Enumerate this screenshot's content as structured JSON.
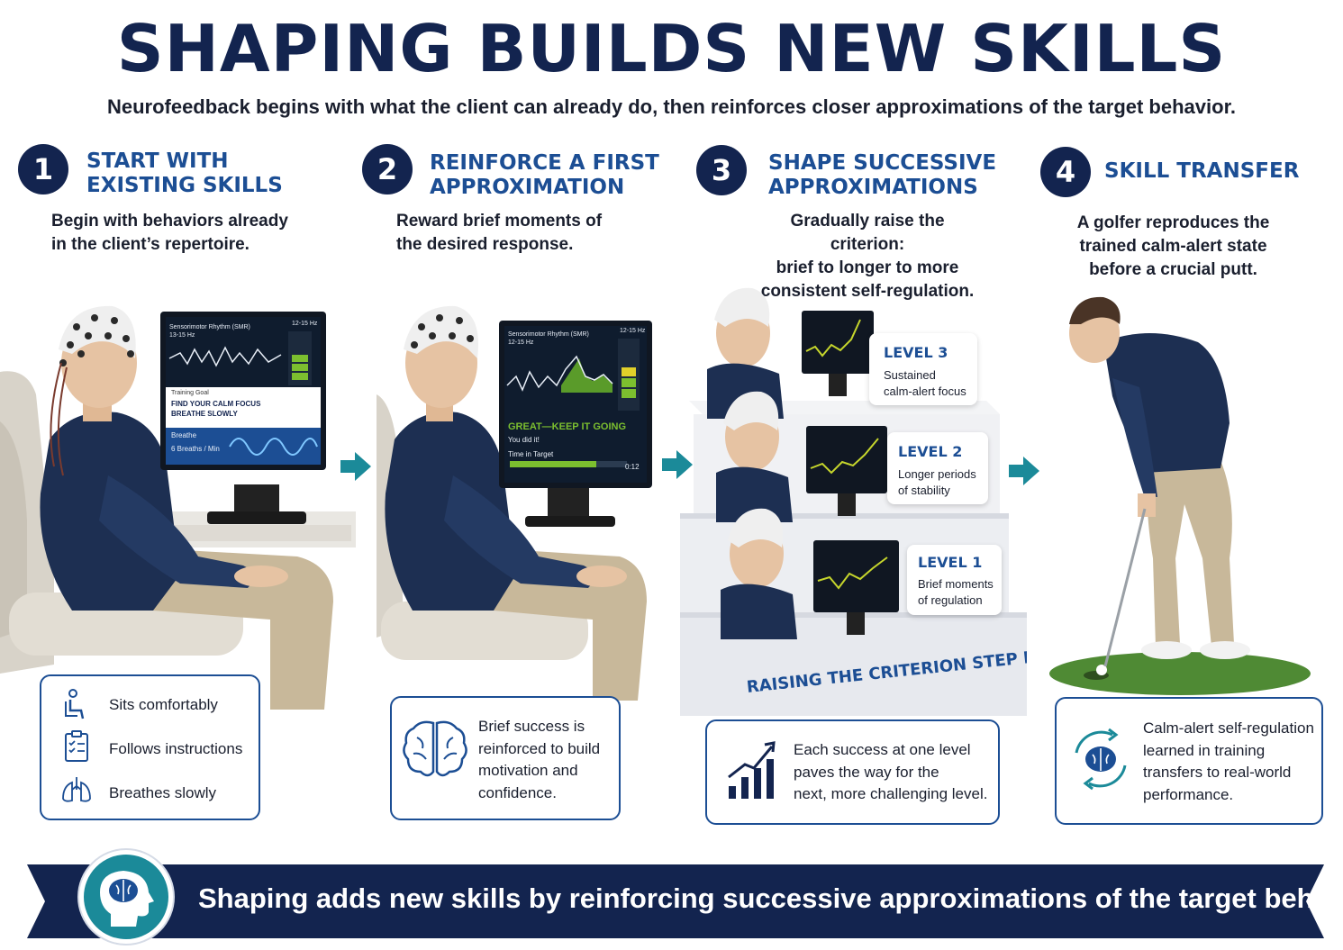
{
  "header": {
    "title": "SHAPING BUILDS NEW SKILLS",
    "subtitle": "Neurofeedback begins with what the client can already do, then reinforces closer approximations of the target behavior."
  },
  "colors": {
    "navy": "#13244f",
    "blue": "#1c4e94",
    "teal": "#1b8a99",
    "green_bar": "#7cbf2f"
  },
  "steps": [
    {
      "number": "1",
      "title_line1": "START WITH",
      "title_line2": "EXISTING SKILLS",
      "desc_line1": "Begin with behaviors already",
      "desc_line2": "in the client’s repertoire."
    },
    {
      "number": "2",
      "title_line1": "REINFORCE A FIRST",
      "title_line2": "APPROXIMATION",
      "desc_line1": "Reward brief moments of",
      "desc_line2": "the desired response."
    },
    {
      "number": "3",
      "title_line1": "SHAPE SUCCESSIVE",
      "title_line2": "APPROXIMATIONS",
      "desc_line1": "Gradually raise the criterion:",
      "desc_line2": "brief to longer to more",
      "desc_line3": "consistent self-regulation."
    },
    {
      "number": "4",
      "title_line1": "SKILL TRANSFER",
      "desc_line1": "A golfer reproduces the",
      "desc_line2": "trained calm-alert state",
      "desc_line3": "before a crucial putt."
    }
  ],
  "monitor1": {
    "header": "Sensorimotor Rhythm (SMR)",
    "band": "13-15 Hz",
    "freq": "12-15 Hz",
    "goal_label": "Training Goal",
    "goal_line1": "FIND YOUR CALM FOCUS",
    "goal_line2": "BREATHE SLOWLY",
    "breathe_label": "Breathe",
    "breath_rate": "6 Breaths / Min"
  },
  "monitor2": {
    "header": "Sensorimotor Rhythm (SMR)",
    "band": "12-15 Hz",
    "freq": "12-15 Hz",
    "feedback": "GREAT—KEEP IT GOING",
    "did_it": "You did it!",
    "time_label": "Time in Target",
    "time_value": "0:12"
  },
  "levels": [
    {
      "title": "LEVEL 3",
      "line1": "Sustained",
      "line2": "calm-alert focus"
    },
    {
      "title": "LEVEL 2",
      "line1": "Longer periods",
      "line2": "of stability"
    },
    {
      "title": "LEVEL 1",
      "line1": "Brief moments",
      "line2": "of regulation"
    }
  ],
  "criterion_label": "RAISING THE CRITERION STEP BY STEP",
  "cards": {
    "card1": {
      "items": [
        {
          "label": "Sits comfortably",
          "icon": "sitting-person-icon"
        },
        {
          "label": "Follows instructions",
          "icon": "checklist-icon"
        },
        {
          "label": "Breathes slowly",
          "icon": "lungs-icon"
        }
      ]
    },
    "card2": {
      "icon": "brain-icon",
      "line1": "Brief success is",
      "line2": "reinforced to build",
      "line3": "motivation and",
      "line4": "confidence."
    },
    "card3": {
      "icon": "rising-bar-chart-icon",
      "line1": "Each success at one level",
      "line2": "paves the way for the",
      "line3": "next, more challenging level."
    },
    "card4": {
      "icon": "brain-cycle-icon",
      "line1": "Calm-alert self-regulation",
      "line2": "learned in training",
      "line3": "transfers to real-world",
      "line4": "performance."
    }
  },
  "banner": {
    "icon": "head-brain-icon",
    "text": "Shaping adds new skills by reinforcing successive approximations of the target behavior."
  }
}
